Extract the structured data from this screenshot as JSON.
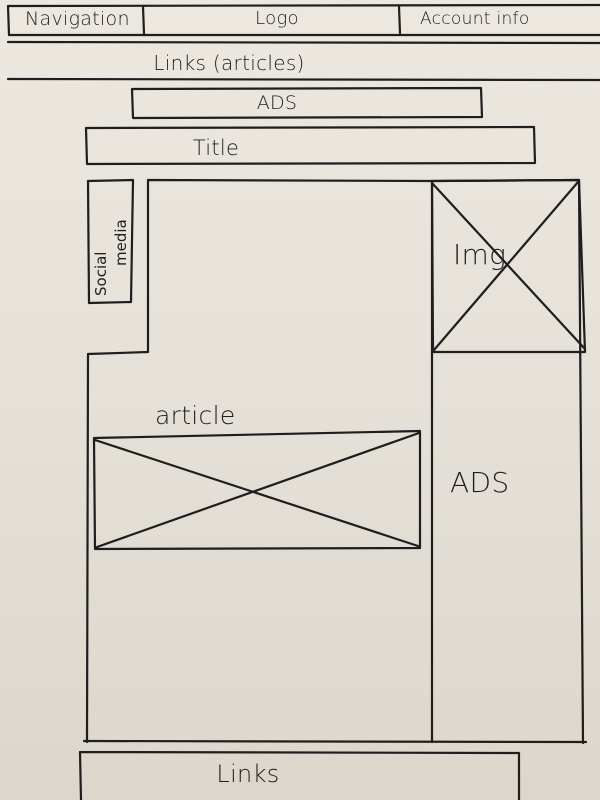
{
  "header": {
    "navigation": "Navigation",
    "logo": "Logo",
    "account": "Account info"
  },
  "links_bar": "Links (articles)",
  "top_ad": "ADS",
  "title": "Title",
  "social": {
    "line1": "Social",
    "line2": "media"
  },
  "article": {
    "label": "article"
  },
  "sidebar": {
    "image_label": "Img",
    "ads_label": "ADS"
  },
  "footer": {
    "links": "Links"
  },
  "colors": {
    "ink": "#1e1d1f",
    "paper": "#e9e5dd"
  }
}
